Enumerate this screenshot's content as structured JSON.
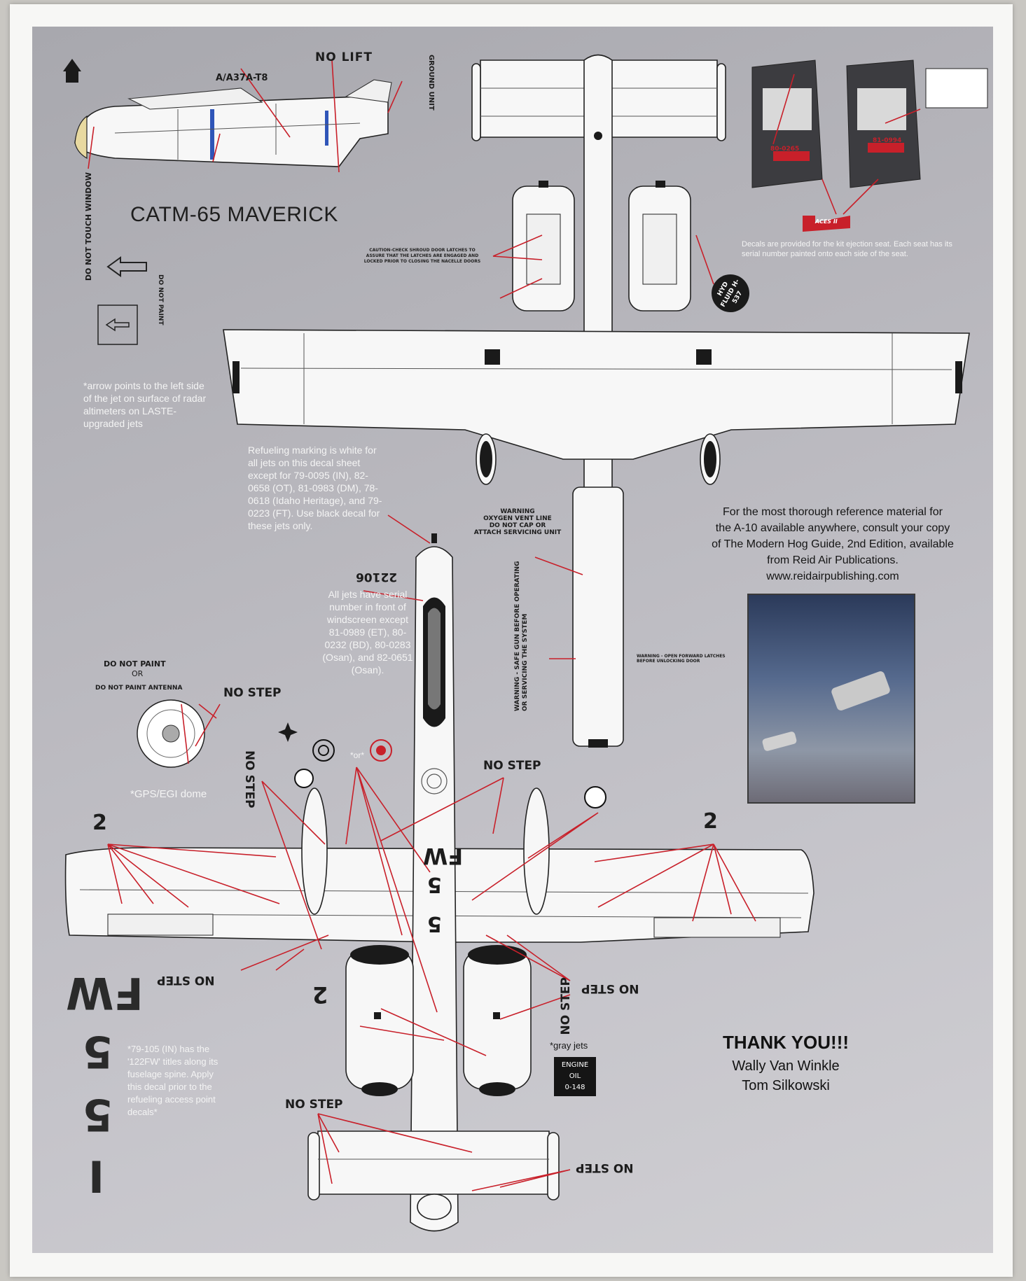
{
  "maverick": {
    "title": "CATM-65 MAVERICK",
    "designation": "A/A37A-T8",
    "no_lift": "NO LIFT",
    "ground_unit": "GROUND UNIT",
    "do_not_touch": "DO NOT TOUCH WINDOW"
  },
  "radar_arrow": {
    "label": "DO NOT PAINT",
    "note": "*arrow points to the left side of the jet on surface of radar altimeters on LASTE-upgraded jets"
  },
  "seat": {
    "serial_left": "80-0265",
    "serial_right": "81-0994",
    "badge": "ACES II",
    "note": "Decals are provided for the kit ejection seat. Each seat has its serial number painted onto each side of the seat."
  },
  "refuel_note": "Refueling marking is white for all jets on this decal sheet except for 79-0095 (IN), 82-0658 (OT), 81-0983 (DM), 78-0618 (Idaho Heritage), and 79-0223 (FT). Use black decal for these jets only.",
  "serial_note": {
    "serial": "22106",
    "text": "All jets have serial number in front of windscreen except 81-0989 (ET), 80-0232 (BD), 80-0283 (Osan), and 82-0651 (Osan)."
  },
  "gps": {
    "do_not_paint": "DO NOT PAINT",
    "or": "OR",
    "antenna": "DO NOT PAINT ANTENNA",
    "no_step": "NO STEP",
    "note": "*GPS/EGI dome"
  },
  "warnings": {
    "nacelle": "CAUTION-CHECK SHROUD DOOR LATCHES TO ASSURE THAT THE LATCHES ARE ENGAGED AND LOCKED PRIOR TO CLOSING THE NACELLE DOORS",
    "oxygen": [
      "WARNING",
      "OXYGEN VENT LINE",
      "DO NOT CAP OR",
      "ATTACH SERVICING UNIT"
    ],
    "gun": "WARNING - SAFE GUN BEFORE OPERATING OR SERVICING THE SYSTEM",
    "latches": "WARNING - OPEN FORWARD LATCHES BEFORE UNLOCKING DOOR"
  },
  "hydraulic": "HYD FLUID H-537",
  "reference": {
    "lines": [
      "For the most thorough reference material for",
      "the A-10 available anywhere, consult your copy",
      "of The Modern Hog Guide, 2nd Edition, available",
      "from Reid Air Publications."
    ],
    "url": "www.reidairpublishing.com"
  },
  "markings": {
    "no_step": "NO STEP",
    "or_label": "*or*",
    "two": "2",
    "fw": "FW",
    "five": "5",
    "one": "I",
    "gray_jets": "*gray jets",
    "engine_oil": [
      "ENGINE",
      "OIL",
      "0-148"
    ]
  },
  "fw_note": "*79-105 (IN) has the '122FW' titles along its fuselage spine. Apply this decal prior to the refueling access point decals*",
  "thanks": {
    "title": "THANK  YOU!!!",
    "names": [
      "Wally Van Winkle",
      "Tom Silkowski"
    ]
  },
  "colors": {
    "panel": "#b4b3b9",
    "leader": "#c8202a",
    "airframe": "#f7f7f7",
    "outline": "#222222"
  }
}
